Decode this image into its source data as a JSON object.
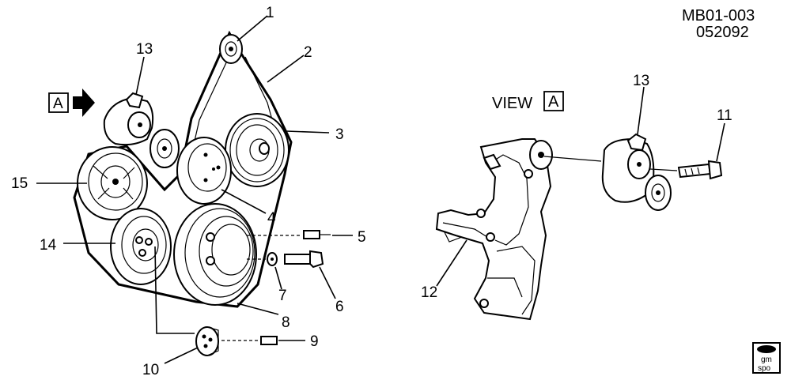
{
  "header": {
    "code": "MB01-003",
    "date": "052092"
  },
  "view_label": {
    "text": "VIEW",
    "letter": "A"
  },
  "arrow_label": "A",
  "callouts": [
    "1",
    "2",
    "3",
    "4",
    "5",
    "6",
    "7",
    "8",
    "9",
    "10",
    "11",
    "12",
    "13",
    "13",
    "14",
    "15"
  ],
  "logo": {
    "line1": "gm",
    "line2": "spo"
  }
}
